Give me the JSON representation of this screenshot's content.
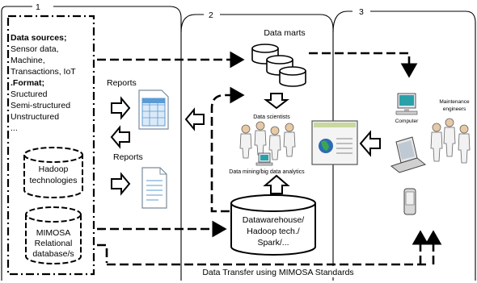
{
  "panels": {
    "panel1_number": "1",
    "panel2_number": "2",
    "panel3_number": "3"
  },
  "sources": {
    "data_sources_heading": "Data sources;",
    "data_sources_items": [
      "Sensor data,",
      "Machine,",
      "Transactions, IoT"
    ],
    "format_heading": ".Format;",
    "format_items": [
      "Sructured",
      "Semi-structured",
      "Unstructured",
      "..."
    ]
  },
  "storage": {
    "hadoop_lines": [
      "Hadoop",
      "technologies"
    ],
    "mimosa_lines": [
      "MIMOSA",
      "Relational",
      "database/s"
    ]
  },
  "reports": {
    "reports_top": "Reports",
    "reports_bottom": "Reports"
  },
  "center": {
    "data_marts": "Data marts",
    "data_scientists": "Data scientists",
    "data_mining": "Data mining/big data analytics",
    "warehouse_lines": [
      "Datawarehouse/",
      "Hadoop tech./",
      "Spark/..."
    ]
  },
  "right": {
    "computer": "Computer",
    "maintenance_lines": [
      "Maintenance",
      "engineers"
    ]
  },
  "bottom": {
    "transfer_label": "Data Transfer using MIMOSA Standards"
  },
  "colors": {
    "line": "#000000",
    "spreadsheet_blue": "#5b9bd5",
    "screen_teal": "#2aa1a8",
    "globe_blue": "#2b6cb0",
    "globe_green": "#3aa655"
  }
}
